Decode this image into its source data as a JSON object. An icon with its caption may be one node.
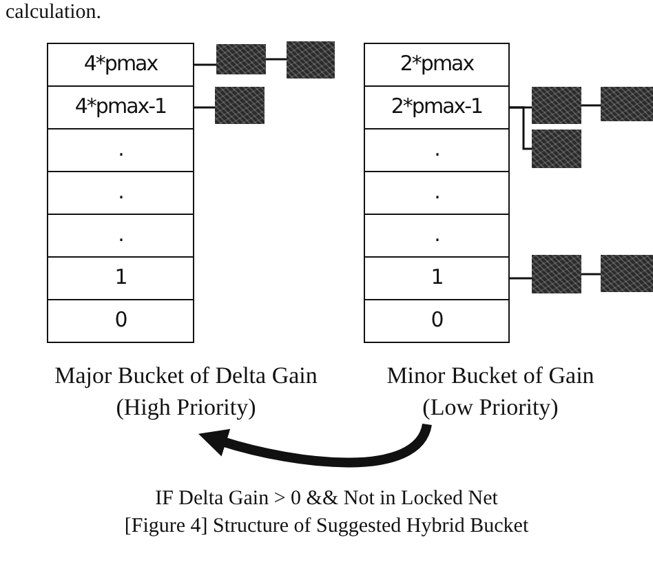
{
  "diagram": {
    "caption": "[Figure 4] Structure of Suggested Hybrid Bucket",
    "nodes": [
      {
        "text": [
          "Major Bucket of Delta Gain (High Priority)"
        ]
      },
      {
        "text": [
          "4*pmax"
        ],
        "in": 0
      },
      {
        "text": [
          "4*pmax-1"
        ],
        "in": 0
      },
      {
        "text": [
          "."
        ],
        "in": 0
      },
      {
        "text": [
          "."
        ],
        "in": 0
      },
      {
        "text": [
          "."
        ],
        "in": 0
      },
      {
        "text": [
          "1"
        ],
        "in": 0
      },
      {
        "text": [
          "0"
        ],
        "in": 0
      },
      {
        "text": [
          "Minor Bucket of Gain (Low Priority)"
        ]
      },
      {
        "text": [
          "2*pmax"
        ],
        "in": 8
      },
      {
        "text": [
          "2*pmax-1"
        ],
        "in": 8
      },
      {
        "text": [
          "."
        ],
        "in": 8
      },
      {
        "text": [
          "."
        ],
        "in": 8
      },
      {
        "text": [
          "."
        ],
        "in": 8
      },
      {
        "text": [
          "1"
        ],
        "in": 8
      },
      {
        "text": [
          "0"
        ],
        "in": 8
      },
      {
        "text": [],
        "shape": "box"
      },
      {
        "text": [],
        "shape": "box"
      },
      {
        "text": [],
        "shape": "box"
      },
      {
        "text": [],
        "shape": "box"
      },
      {
        "text": [],
        "shape": "box"
      },
      {
        "text": [],
        "shape": "box"
      },
      {
        "text": [],
        "shape": "box"
      },
      {
        "text": [],
        "shape": "box"
      }
    ],
    "edges": [
      {
        "from": 1,
        "to": 16,
        "arrow": "none"
      },
      {
        "from": 16,
        "to": 17,
        "arrow": "none"
      },
      {
        "from": 2,
        "to": 18,
        "arrow": "none"
      },
      {
        "from": 10,
        "to": 19,
        "arrow": "none"
      },
      {
        "from": 19,
        "to": 20,
        "arrow": "none"
      },
      {
        "from": 10,
        "to": 21,
        "arrow": "none"
      },
      {
        "from": 14,
        "to": 22,
        "arrow": "none"
      },
      {
        "from": 22,
        "to": 23,
        "arrow": "none"
      },
      {
        "from": 8,
        "to": 0,
        "arrow": "to",
        "style": "thick"
      }
    ],
    "labels": [
      "calculation.",
      "IF Delta Gain > 0 && Not in Locked Net"
    ]
  }
}
